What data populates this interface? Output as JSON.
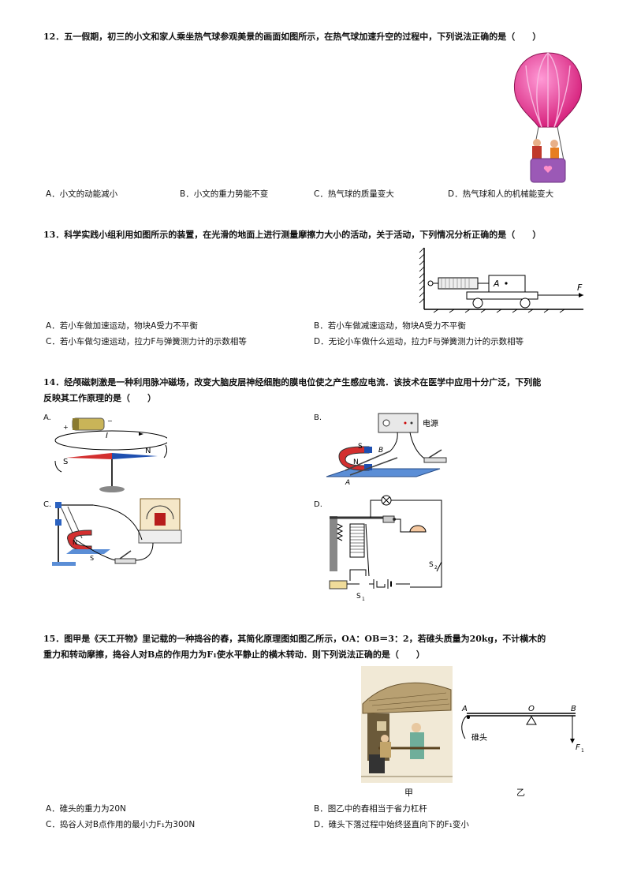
{
  "q12": {
    "stem": "12．五一假期，初三的小文和家人乘坐热气球参观美景的画面如图所示，在热气球加速升空的过程中，下列说法正确的是（　　）",
    "options": [
      "A．小文的动能减小",
      "B．小文的重力势能不变",
      "C．热气球的质量变大",
      "D．热气球和人的机械能变大"
    ]
  },
  "q13": {
    "stem": "13．科学实践小组利用如图所示的装置，在光滑的地面上进行测量摩擦力大小的活动，关于活动，下列情况分析正确的是（　　）",
    "options": [
      "A．若小车做加速运动，物块A受力不平衡",
      "B．若小车做减速运动，物块A受力不平衡",
      "C．若小车做匀速运动，拉力F与弹簧测力计的示数相等",
      "D．无论小车做什么运动，拉力F与弹簧测力计的示数相等"
    ],
    "fig_labels": {
      "block": "A",
      "force": "F"
    }
  },
  "q14": {
    "stem_line1": "14．经颅磁刺激是一种利用脉冲磁场，改变大脑皮层神经细胞的膜电位使之产生感应电流．该技术在医学中应用十分广泛，下列能",
    "stem_line2": "反映其工作原理的是（　　）",
    "option_letters": [
      "A.",
      "B.",
      "C.",
      "D."
    ],
    "figA": {
      "current": "I",
      "south": "S",
      "north": "N",
      "plus": "+",
      "minus": "−"
    },
    "figB": {
      "power": "电源",
      "south": "S",
      "north": "N",
      "rodB": "B",
      "rodA": "A"
    },
    "figC": {
      "south": "S",
      "north": "N"
    },
    "figD": {
      "s2": "S",
      "s2sub": "2",
      "s1": "S",
      "s1sub": "1"
    }
  },
  "q15": {
    "stem_line1": "15．图甲是《天工开物》里记载的一种捣谷的舂，其简化原理图如图乙所示，OA：OB＝3：2，若碓头质量为20kg，不计横木的",
    "stem_line2": "重力和转动摩擦，捣谷人对B点的作用力为F₁使水平静止的横木转动．则下列说法正确的是（　　）",
    "fig_labels": {
      "jia": "甲",
      "yi": "乙",
      "A": "A",
      "O": "O",
      "B": "B",
      "head": "碓头",
      "F": "F",
      "Fsub": "1"
    },
    "options": [
      "A．碓头的重力为20N",
      "B．图乙中的舂相当于省力杠杆",
      "C．捣谷人对B点作用的最小力F₁为300N",
      "D．碓头下落过程中始终竖直向下的F₁变小"
    ]
  }
}
